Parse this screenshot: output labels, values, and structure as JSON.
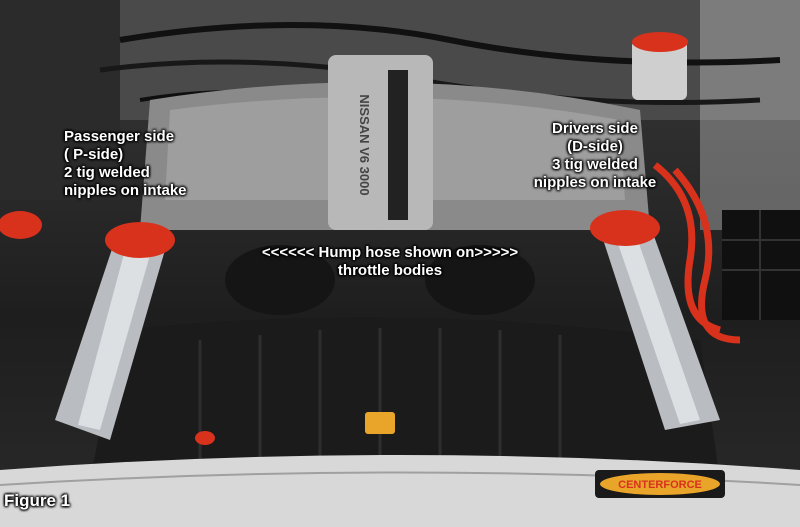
{
  "photo": {
    "passenger_label": "Passenger side\n( P-side)\n2 tig welded\nnipples on intake",
    "drivers_label": "Drivers side\n(D-side)\n3 tig welded\nnipples on intake",
    "hump_hose_label": "<<<<<< Hump hose shown on>>>>>\nthrottle bodies",
    "figure_caption": "Figure 1",
    "plenum_text": "NISSAN V6 3000",
    "sticker_text": "CENTERFORCE",
    "colors": {
      "accent_red": "#d9321c",
      "chrome": "#b9bcc1",
      "engine_dark": "#1c1c1c",
      "sticker_orange": "#e8a52a"
    }
  }
}
